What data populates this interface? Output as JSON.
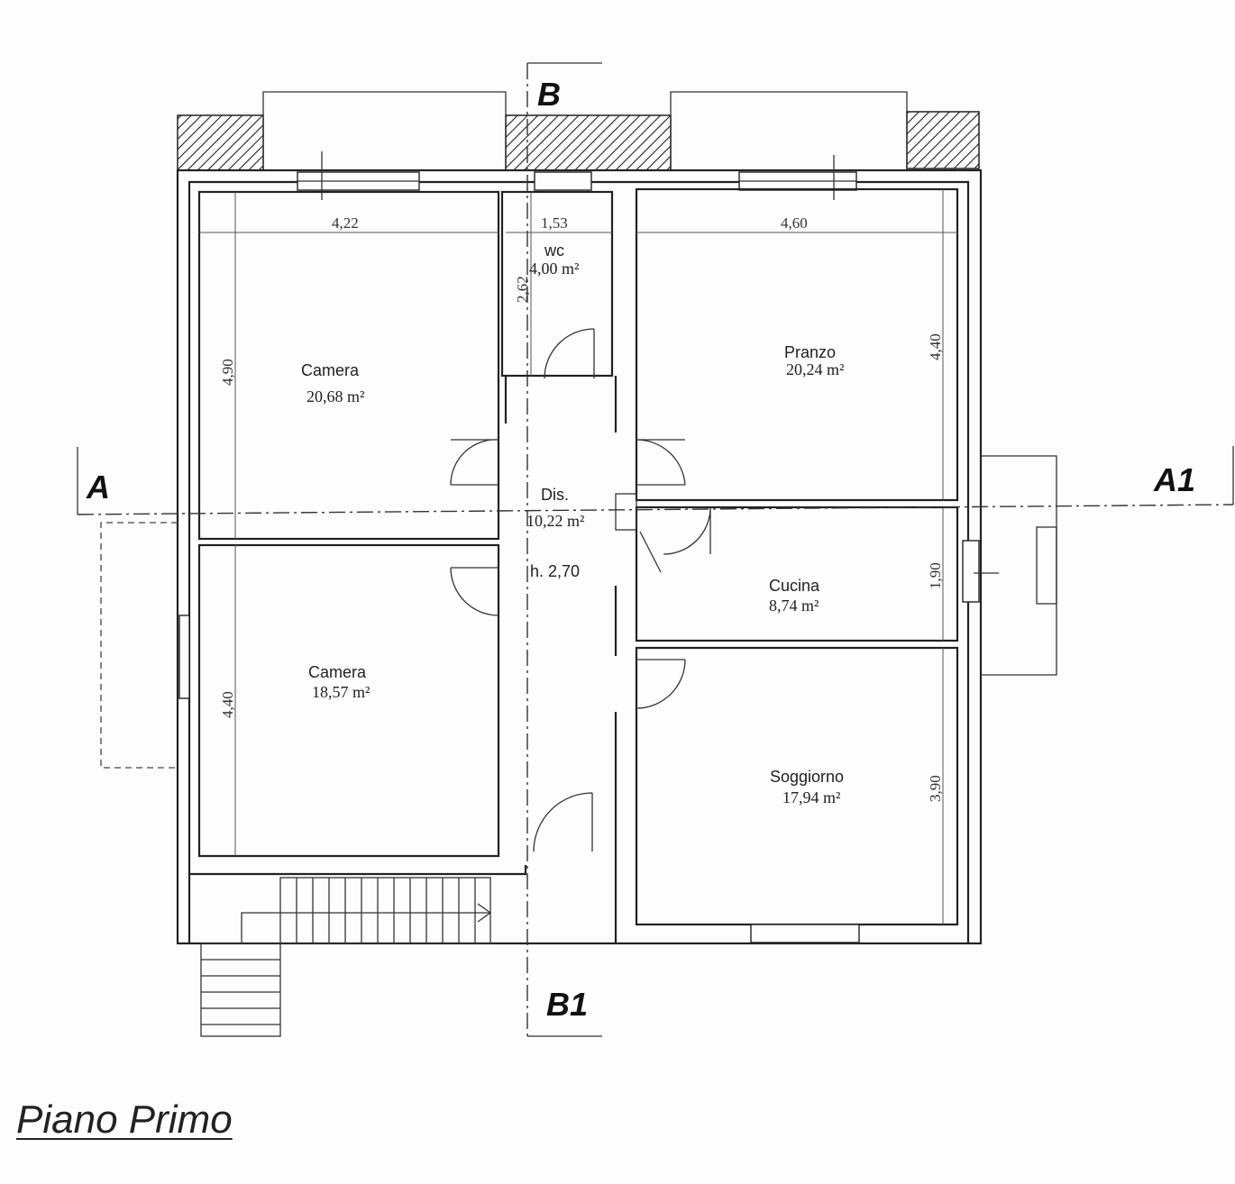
{
  "title": "Piano Primo",
  "sections": {
    "a": "A",
    "a1": "A1",
    "b": "B",
    "b1": "B1"
  },
  "rooms": [
    {
      "name": "Camera",
      "area": "20,68 m²",
      "width": "4,22",
      "depth": "4,90"
    },
    {
      "name": "wc",
      "area": "4,00 m²",
      "width": "1,53",
      "depth": "2,62"
    },
    {
      "name": "Pranzo",
      "area": "20,24 m²",
      "width": "4,60",
      "depth": "4,40"
    },
    {
      "name": "Dis.",
      "area": "10,22 m²",
      "height": "h. 2,70"
    },
    {
      "name": "Cucina",
      "area": "8,74 m²",
      "depth": "1,90"
    },
    {
      "name": "Camera",
      "area": "18,57 m²",
      "depth": "4,40"
    },
    {
      "name": "Soggiorno",
      "area": "17,94 m²",
      "depth": "3,90"
    }
  ]
}
